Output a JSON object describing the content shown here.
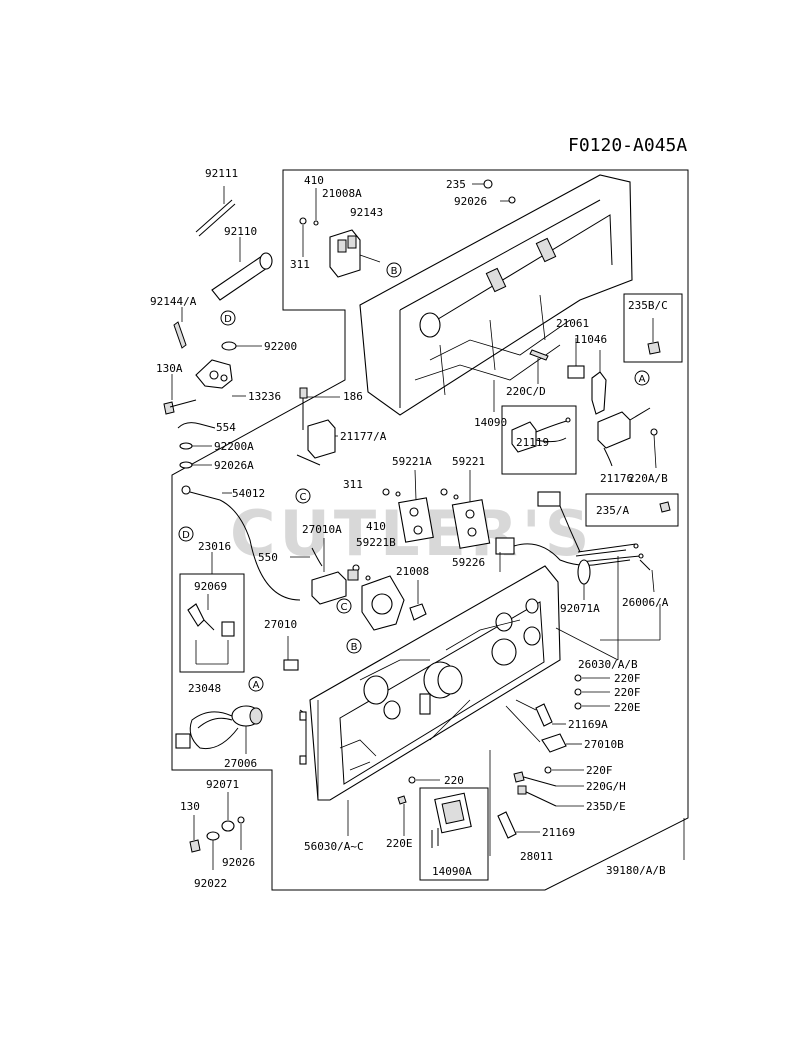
{
  "title": "F0120-A045A",
  "watermark": "CUTLER'S",
  "part_labels": [
    "92111",
    "92110",
    "92144/A",
    "92200",
    "130A",
    "13236",
    "554",
    "92200A",
    "92026A",
    "54012",
    "23016",
    "92069",
    "23048",
    "27006",
    "92071",
    "130",
    "92026",
    "92022",
    "410",
    "21008A",
    "92143",
    "311",
    "235",
    "92026",
    "14090",
    "186",
    "21177/A",
    "311",
    "410",
    "59221A",
    "59221",
    "59221B",
    "27010A",
    "550",
    "21008",
    "59226",
    "27010",
    "21061",
    "11046",
    "235B/C",
    "220C/D",
    "21119",
    "21176",
    "220A/B",
    "235/A",
    "92071A",
    "26006/A",
    "26030/A/B",
    "220F",
    "220F",
    "220E",
    "21169A",
    "27010B",
    "220F",
    "220G/H",
    "235D/E",
    "21169",
    "28011",
    "220",
    "220E",
    "56030/A~C",
    "14090A",
    "39180/A/B"
  ],
  "callouts": [
    "D",
    "B",
    "C",
    "D",
    "A",
    "C",
    "B",
    "A"
  ]
}
